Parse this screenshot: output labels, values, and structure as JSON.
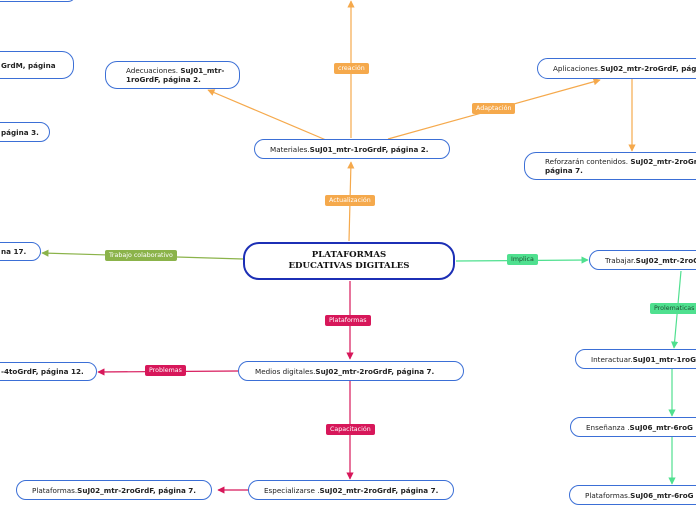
{
  "central": "PLATAFORMAS EDUCATIVAS DIGITALES",
  "nodes": {
    "top_left_partial": "GrdM, página",
    "left_partial_3": "página 3.",
    "left_partial_17": "na 17.",
    "left_partial_12": "-4toGrdF, página 12.",
    "adecuaciones": {
      "text": "Adecuaciones. ",
      "bold": "SuJ01_mtr-1roGrdF, página 2."
    },
    "materiales": {
      "text": "Materiales. ",
      "bold": "SuJ01_mtr-1roGrdF, página 2."
    },
    "aplicaciones": {
      "text": "Aplicaciones. ",
      "bold": "SuJ02_mtr-2roGrdF, pág"
    },
    "reforzaran": {
      "text": "Reforzarán contenidos. ",
      "bold": "SuJ02_mtr-2roGr",
      "line2": "página 7."
    },
    "trabajar": {
      "text": "Trabajar.",
      "bold": "SuJ02_mtr-2roG"
    },
    "interactuar": {
      "text": "Interactuar. ",
      "bold": "SuJ01_mtr-1roG"
    },
    "ensenanza": {
      "text": "Enseñanza . ",
      "bold": "SuJ06_mtr-6roG"
    },
    "plataformas_right": {
      "text": "Plataformas. ",
      "bold": "SuJ06_mtr-6roG"
    },
    "medios": {
      "text": "Medios digitales.",
      "bold": "SuJ02_mtr-2roGrdF, página 7."
    },
    "especializarse": {
      "text": "Especializarse . ",
      "bold": "SuJ02_mtr-2roGrdF, página 7."
    },
    "plataformas_left": {
      "text": "Plataformas. ",
      "bold": "SuJ02_mtr-2roGrdF, página 7."
    }
  },
  "tags": {
    "creacion": "creación",
    "adaptacion": "Adaptación",
    "actualizacion": "Actualización",
    "trabajo_colaborativo": "Trabajo colaborativo",
    "implica": "Implica",
    "prolematicas": "Prolematicas",
    "plataformas": "Plataformas",
    "problemas": "Problemas",
    "capacitacion": "Capacitación"
  },
  "colors": {
    "orange": "#f5a94c",
    "green": "#8bb34a",
    "red": "#d7175a",
    "teal": "#4fe08f",
    "node_border": "#3b6fd6",
    "central_border": "#1c2fb5"
  }
}
